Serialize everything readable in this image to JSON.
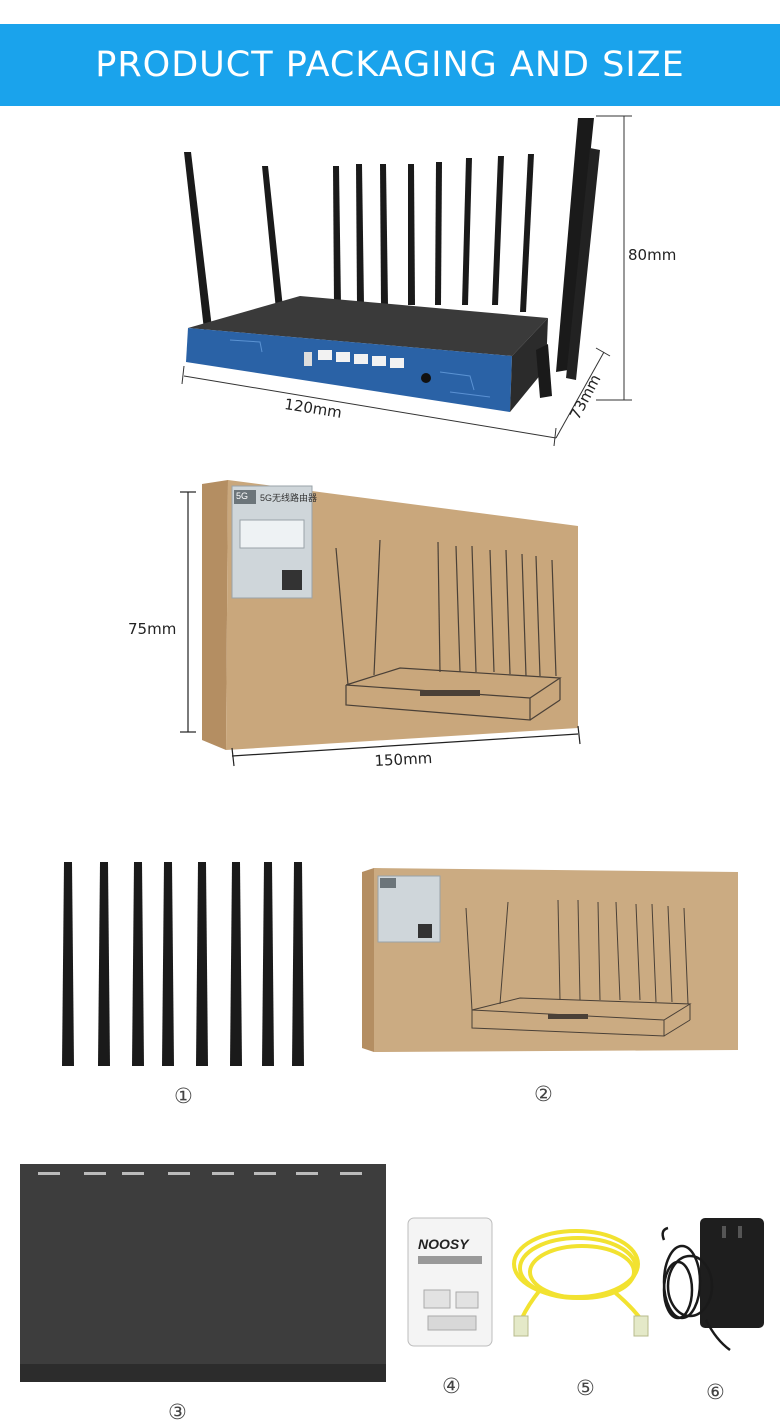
{
  "header": {
    "title": "PRODUCT PACKAGING AND SIZE"
  },
  "router_dimensions": {
    "height": "80mm",
    "width": "120mm",
    "depth": "73mm"
  },
  "box_dimensions": {
    "height": "75mm",
    "width": "150mm"
  },
  "box_print": {
    "brand_badge": "5G",
    "brand_text": "5G无线路由器"
  },
  "items": [
    {
      "marker": "①",
      "name": "antennas"
    },
    {
      "marker": "②",
      "name": "box"
    },
    {
      "marker": "③",
      "name": "router-top"
    },
    {
      "marker": "④",
      "name": "sim-adapter"
    },
    {
      "marker": "⑤",
      "name": "ethernet-cable"
    },
    {
      "marker": "⑥",
      "name": "power-adapter"
    }
  ],
  "sim_card": {
    "brand": "NOOSY"
  },
  "colors": {
    "banner": "#1aa3ec",
    "router_front": "#2a62a6",
    "box": "#c8a57a",
    "cable": "#f2e230"
  }
}
